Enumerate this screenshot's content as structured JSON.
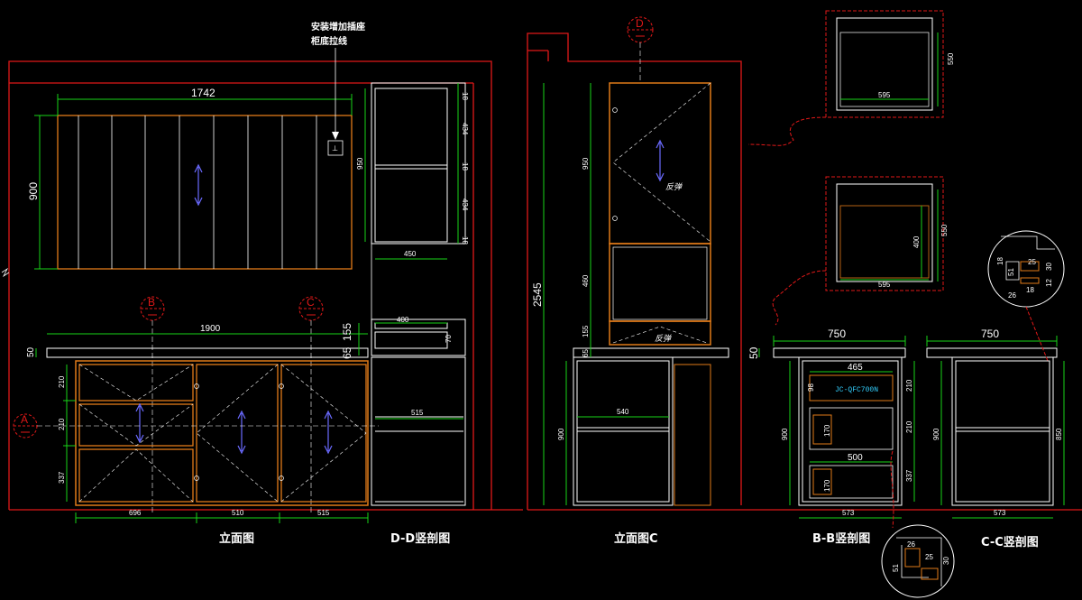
{
  "colors": {
    "background": "#000000",
    "wall": "#e01818",
    "cabinet": "#e07a18",
    "dimension": "#19d419",
    "line": "#ffffff",
    "marker": "#e01818",
    "accent": "#33d0ff",
    "handle": "#6a6aff"
  },
  "labels": {
    "elevation": "立面图",
    "section_dd": "D-D竖剖图",
    "elevation_c": "立面图C",
    "section_bb": "B-B竖剖图",
    "section_cc": "C-C竖剖图",
    "note_line1": "安装增加插座",
    "note_line2": "柜底拉线",
    "fanda_1": "反弹",
    "fanda_2": "反弹",
    "model": "JC-QFC700N"
  },
  "markers": {
    "a": "A",
    "b": "B",
    "c": "C",
    "d": "D"
  },
  "dims": {
    "d1742": "1742",
    "d900_left": "900",
    "d950_dd": "950",
    "d18a": "18",
    "d434a": "434",
    "d18b": "18",
    "d434b": "434",
    "d18c": "18",
    "d450": "450",
    "d1900": "1900",
    "d50": "50",
    "d65": "65",
    "d155": "155",
    "d400": "400",
    "d70": "70",
    "d515_dd": "515",
    "d210a": "210",
    "d210b": "210",
    "d337": "337",
    "d696": "696",
    "d510": "510",
    "d515": "515",
    "d2545": "2545",
    "d950_c": "950",
    "d460": "460",
    "d155_c": "155",
    "d65_c": "65",
    "d900_c": "900",
    "d540": "540",
    "d550a": "550",
    "d595a": "595",
    "d550b": "550",
    "d400b": "400",
    "d595b": "595",
    "d750a": "750",
    "d750b": "750",
    "d50b": "50",
    "d465": "465",
    "d98": "98",
    "d170a": "170",
    "d500": "500",
    "d170b": "170",
    "d210c": "210",
    "d210d": "210",
    "d337b": "337",
    "d900_b": "900",
    "d573a": "573",
    "d573b": "573",
    "d850": "850",
    "d900_cc": "900",
    "det_18": "18",
    "det_51": "51",
    "det_25": "25",
    "det_30": "30",
    "det_12": "12",
    "det_26": "26",
    "det_18b": "18",
    "det2_26": "26",
    "det2_25": "25",
    "det2_51": "51",
    "det2_30": "30"
  }
}
